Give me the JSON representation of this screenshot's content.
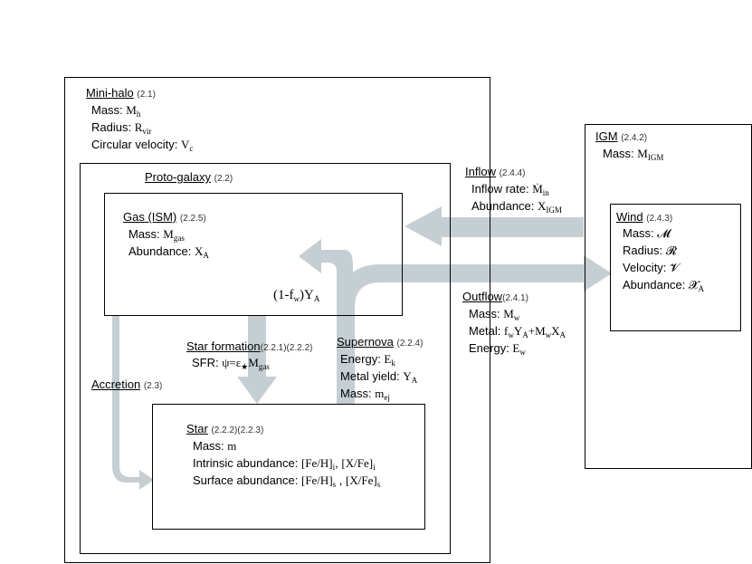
{
  "minihalo": {
    "title": "Mini-halo",
    "ref": "(2.1)",
    "mass_label": "Mass: ",
    "mass_sym": "M",
    "mass_sub": "h",
    "radius_label": "Radius: ",
    "radius_sym": "R",
    "radius_sub": "vir",
    "vel_label": "Circular velocity: ",
    "vel_sym": "V",
    "vel_sub": "c"
  },
  "protogalaxy": {
    "title": "Proto-galaxy",
    "ref": "(2.2)"
  },
  "gas": {
    "title": "Gas (ISM)",
    "ref": "(2.2.5)",
    "mass_label": "Mass: ",
    "mass_sym": "M",
    "mass_sub": "gas",
    "abund_label": "Abundance: ",
    "abund_sym": "X",
    "abund_sub": "A"
  },
  "yield_label": {
    "prefix": "(1-f",
    "sub_w": "w",
    "mid": ")Y",
    "sub_a": "A"
  },
  "star_formation": {
    "title": "Star formation",
    "ref": "(2.2.1)(2.2.2)",
    "sfr_label": "SFR: ",
    "sfr_expr": "ψ=ε",
    "star": "★",
    "sfr_sym": "M",
    "sfr_sub": "gas"
  },
  "supernova": {
    "title": "Supernova",
    "ref": "(2.2.4)",
    "energy_label": "Energy: ",
    "energy_sym": "E",
    "energy_sub": "k",
    "yield_label": "Metal yield: ",
    "yield_sym": "Y",
    "yield_sub": "A",
    "mass_label": "Mass: ",
    "mass_sym": "m",
    "mass_sub": "ej"
  },
  "accretion": {
    "title": "Accretion",
    "ref": "(2.3)"
  },
  "star": {
    "title": "Star",
    "ref": "(2.2.2)(2.2.3)",
    "mass_label": "Mass: ",
    "mass_sym": "m",
    "intr_label": "Intrinsic abundance: ",
    "intr_a": "[Fe/H]",
    "intr_a_sub": "i",
    "intr_sep": ", ",
    "intr_b": "[X/Fe]",
    "intr_b_sub": "i",
    "surf_label": "Surface abundance: ",
    "surf_a": "[Fe/H]",
    "surf_a_sub": "s",
    "surf_sep": " , ",
    "surf_b": "[X/Fe]",
    "surf_b_sub": "s"
  },
  "igm": {
    "title": "IGM",
    "ref": "(2.4.2)",
    "mass_label": "Mass: ",
    "mass_sym": "M",
    "mass_sub": "IGM"
  },
  "inflow": {
    "title": "Inflow",
    "ref": "(2.4.4)",
    "rate_label": "Inflow rate: ",
    "rate_sym": "Ṁ",
    "rate_sub": "in",
    "abund_label": "Abundance: ",
    "abund_sym": "X",
    "abund_sub": "IGM"
  },
  "wind": {
    "title": "Wind",
    "ref": "(2.4.3)",
    "mass_label": "Mass: ",
    "mass_sym": "𝓜",
    "radius_label": "Radius: ",
    "radius_sym": "𝓡",
    "vel_label": "Velocity: ",
    "vel_sym": "𝓥",
    "abund_label": "Abundance: ",
    "abund_sym": "𝓧",
    "abund_sub": "A"
  },
  "outflow": {
    "title": "Outflow",
    "ref": "(2.4.1)",
    "mass_label": "Mass: ",
    "mass_sym": "M",
    "mass_sub": "w",
    "metal_label": "Metal: ",
    "metal_f": "f",
    "metal_f_sub": "w",
    "metal_y": "Y",
    "metal_y_sub": "A",
    "metal_plus": "+M",
    "metal_m_sub": "w",
    "metal_x": "X",
    "metal_x_sub": "A",
    "energy_label": "Energy: ",
    "energy_sym": "E",
    "energy_sub": "w"
  },
  "colors": {
    "arrow": "#c5cfd3",
    "border": "#000000"
  }
}
